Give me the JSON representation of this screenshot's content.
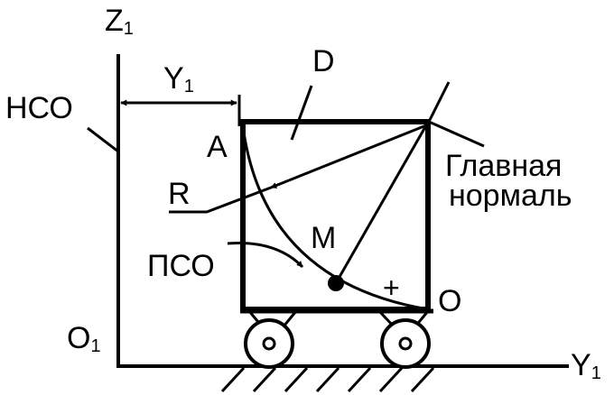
{
  "labels": {
    "z1_main": "Z",
    "z1_sub": "1",
    "o1_main": "O",
    "o1_sub": "1",
    "y1_axis_main": "Y",
    "y1_axis_sub": "1",
    "y1_dim_main": "Y",
    "y1_dim_sub": "1",
    "nso": "НСО",
    "pso": "ПСО",
    "a": "A",
    "d": "D",
    "r": "R",
    "m": "M",
    "o": "O",
    "plus": "+",
    "main_normal_line1": "Главная",
    "main_normal_line2": "нормаль"
  },
  "colors": {
    "ink": "#000000",
    "background": "#ffffff"
  }
}
